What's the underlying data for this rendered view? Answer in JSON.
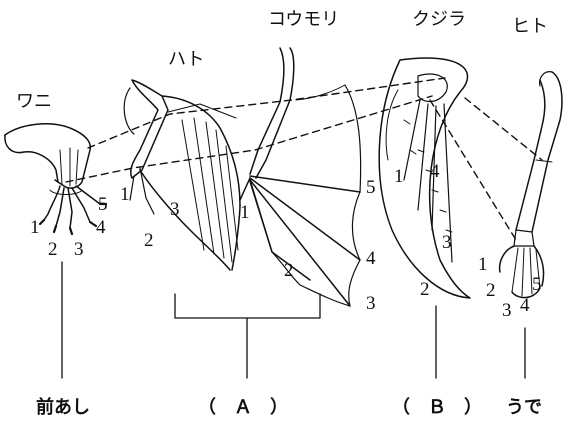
{
  "animals": {
    "crocodile": "ワニ",
    "pigeon": "ハト",
    "bat": "コウモリ",
    "whale": "クジラ",
    "human": "ヒト"
  },
  "digits": {
    "crocodile": [
      "1",
      "2",
      "3",
      "4",
      "5"
    ],
    "pigeon": [
      "1",
      "2",
      "3"
    ],
    "bat": [
      "1",
      "2",
      "3",
      "4",
      "5"
    ],
    "whale": [
      "1",
      "2",
      "3",
      "4"
    ],
    "human": [
      "1",
      "2",
      "3",
      "4",
      "5"
    ]
  },
  "bottom_labels": {
    "foreleg": "前あし",
    "a": "（　Ａ　）",
    "b": "（　Ｂ　）",
    "arm": "うで"
  }
}
